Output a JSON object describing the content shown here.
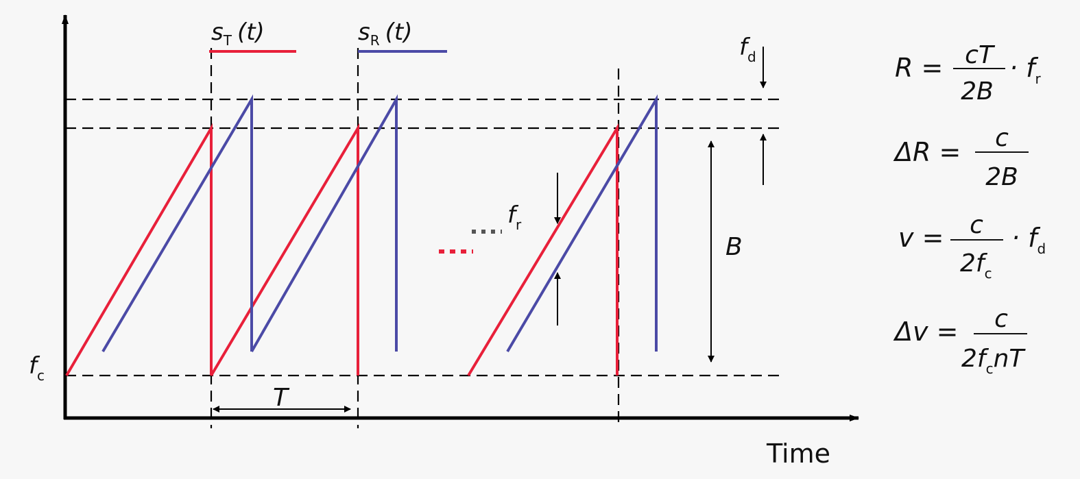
{
  "colors": {
    "transmit": "#e8203a",
    "receive": "#4b4aa6",
    "axis": "#000000"
  },
  "legend": [
    {
      "symbol": "s",
      "sub": "T",
      "arg": "(t)",
      "color": "#e8203a"
    },
    {
      "symbol": "s",
      "sub": "R",
      "arg": "(t)",
      "color": "#4b4aa6"
    }
  ],
  "labels": {
    "xaxis": "Time",
    "fc": {
      "main": "f",
      "sub": "c"
    },
    "fd": {
      "main": "f",
      "sub": "d"
    },
    "fr": {
      "main": "f",
      "sub": "r"
    },
    "bandwidth": "B",
    "period": "T",
    "ellipsis": "..."
  },
  "formulas": [
    {
      "lhs": "R =",
      "num": "cT",
      "den": "2B",
      "tail": "· f",
      "tail_sub": "r"
    },
    {
      "lhs": "ΔR =",
      "num": "c",
      "den": "2B",
      "tail": "",
      "tail_sub": ""
    },
    {
      "lhs": "v =",
      "num": "c",
      "den": "2f",
      "den_sub": "c",
      "tail": "· f",
      "tail_sub": "d"
    },
    {
      "lhs": "Δv =",
      "num": "c",
      "den": "2f",
      "den_sub": "c",
      "den_tail": "nT",
      "tail": "",
      "tail_sub": ""
    }
  ]
}
